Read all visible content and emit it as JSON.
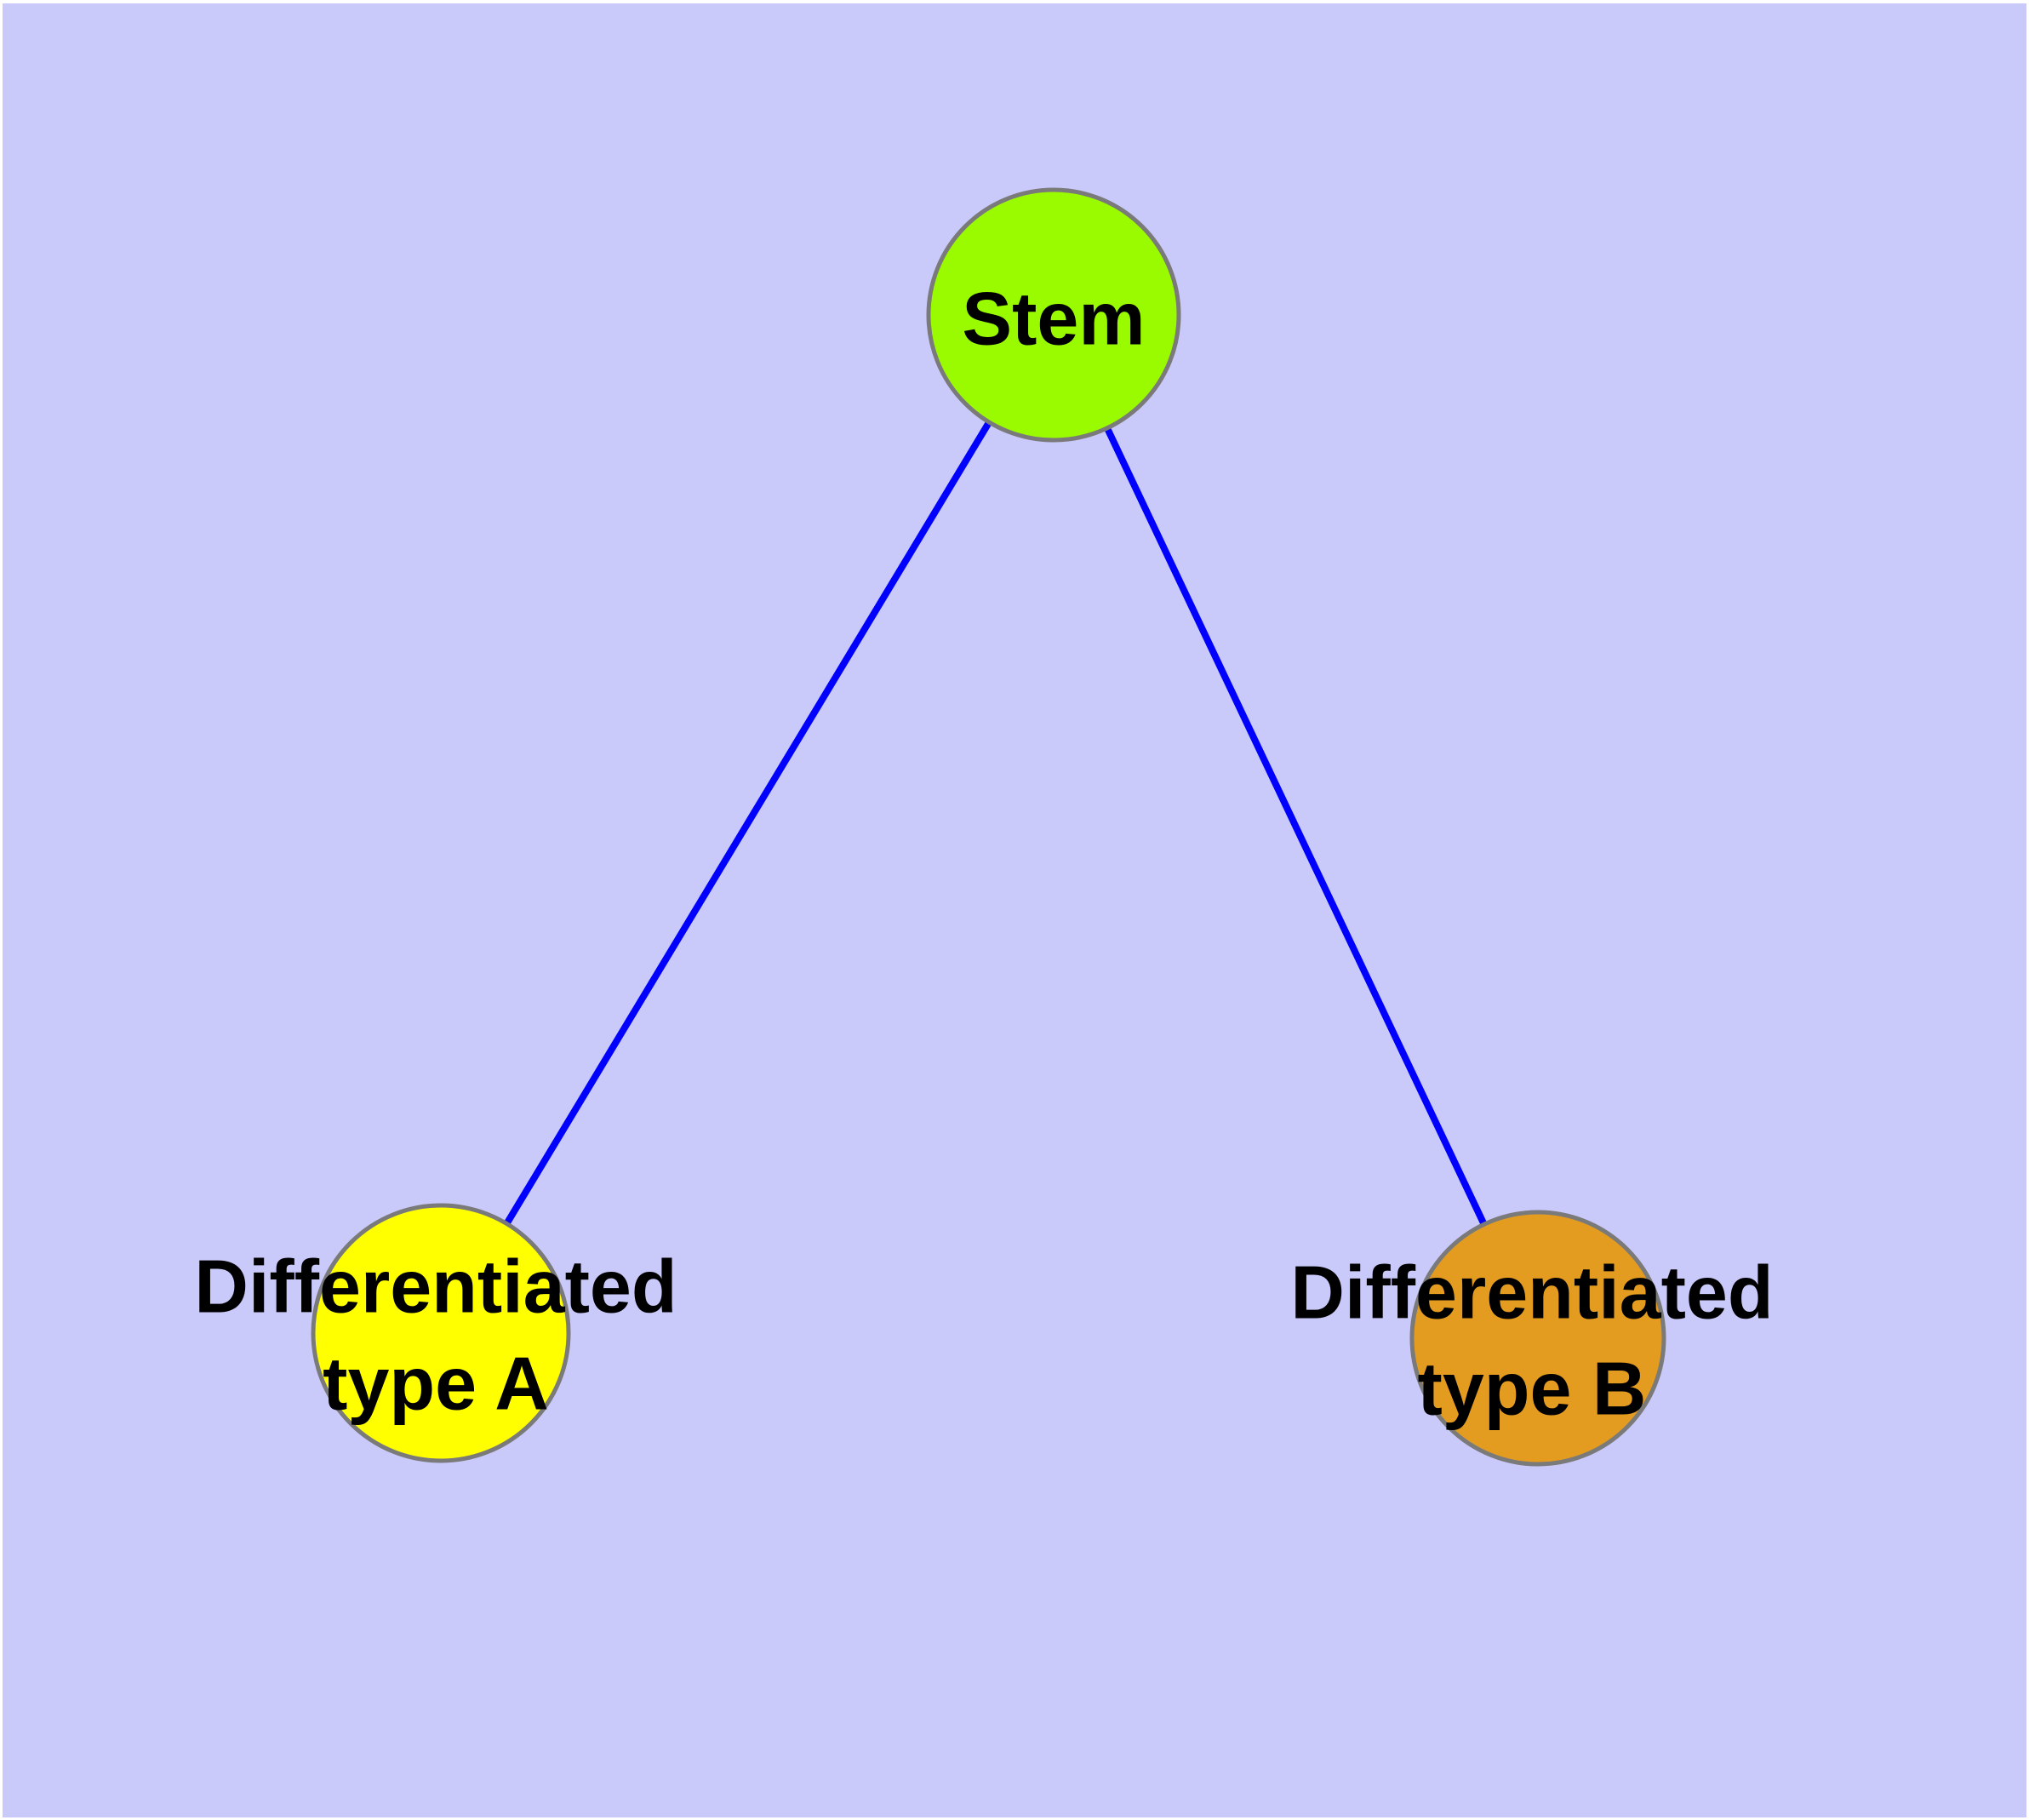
{
  "graph": {
    "background_color": "#C9C9FA",
    "frame_color": "#FFFFFF",
    "edge_color": "#0000FF",
    "node_border_color": "#7A7A7A",
    "label_color": "#000000",
    "nodes": [
      {
        "id": "stem",
        "label": "Stem",
        "label_lines": [
          "Stem"
        ],
        "fill": "#9AFB00"
      },
      {
        "id": "differentiated-type-a",
        "label": "Differentiated type A",
        "label_lines": [
          "Differentiated",
          "type A"
        ],
        "fill": "#FFFF00"
      },
      {
        "id": "differentiated-type-b",
        "label": "Differentiated type B",
        "label_lines": [
          "Differentiated",
          "type B"
        ],
        "fill": "#E49C20"
      }
    ],
    "edges": [
      {
        "from": "stem",
        "to": "differentiated-type-a"
      },
      {
        "from": "stem",
        "to": "differentiated-type-b"
      }
    ]
  }
}
